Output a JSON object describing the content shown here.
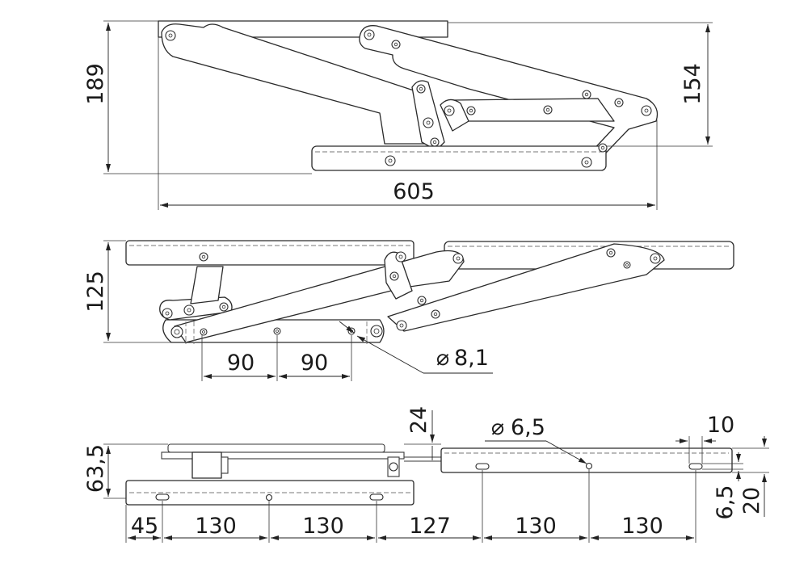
{
  "drawing": {
    "top_view": {
      "overall_height": "189",
      "right_height": "154",
      "overall_length": "605"
    },
    "middle_view": {
      "height": "125",
      "hole_spacing_1": "90",
      "hole_spacing_2": "90",
      "hole_diameter": "8,1",
      "diameter_symbol": "⌀"
    },
    "bottom_view": {
      "top_offset": "24",
      "height": "63,5",
      "hole_diameter": "6,5",
      "diameter_symbol": "⌀",
      "slot_width": "10",
      "slot_height": "6,5",
      "right_height": "20",
      "spacing_45": "45",
      "spacing_130_a": "130",
      "spacing_130_b": "130",
      "spacing_127": "127",
      "spacing_130_c": "130",
      "spacing_130_d": "130"
    }
  }
}
